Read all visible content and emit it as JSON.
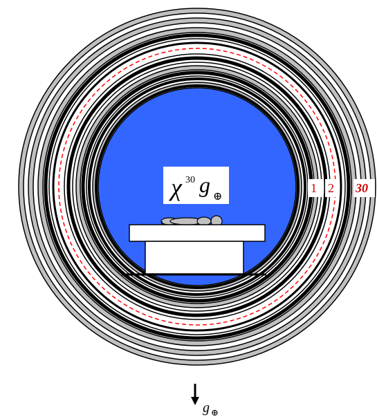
{
  "chamber_label": {
    "symbol": "χ",
    "exponent": "30",
    "quantity": "g",
    "subscript": "⊕"
  },
  "shell_labels": [
    "1",
    "2",
    "30"
  ],
  "gravity_label": {
    "quantity": "g",
    "subscript": "⊕"
  },
  "colors": {
    "chamber_fill": "#3366ff",
    "shell_gray": "#c0c0c0",
    "dashed_line": "#ff0000",
    "label_text": "#d00000"
  },
  "icons": [
    "gravity-arrow-icon",
    "reclining-person-icon"
  ]
}
